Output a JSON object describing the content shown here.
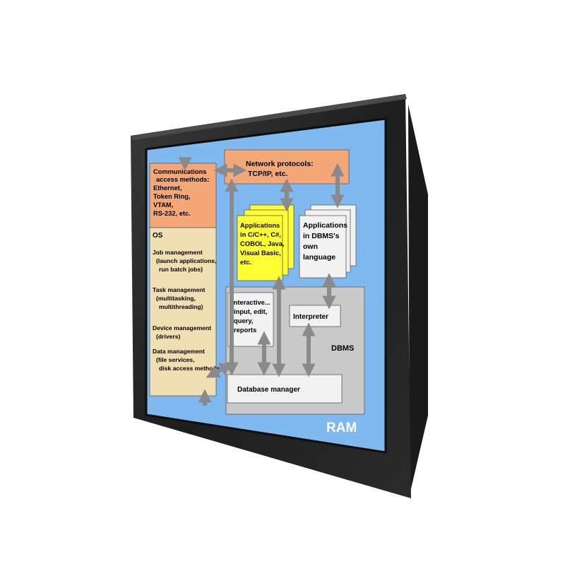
{
  "comm": {
    "title1": "Communications",
    "title2": "access methods:",
    "items": [
      "Ethernet,",
      "Token Ring,",
      "VTAM,",
      "RS-232, etc."
    ]
  },
  "os": {
    "title": "OS",
    "job": [
      "Job management",
      "(launch applications,",
      "run batch jobs)"
    ],
    "task": [
      "Task management",
      "(multitasking,",
      "multithreading)"
    ],
    "device": [
      "Device management",
      "(drivers)"
    ],
    "data": [
      "Data management",
      "(file services,",
      "disk access methods)"
    ]
  },
  "network": {
    "line1": "Network protocols:",
    "line2": "TCP/IP, etc."
  },
  "apps": {
    "lines": [
      "Applications",
      "in C/C++, C#,",
      "COBOL, Java,",
      "Visual Basic,",
      "etc."
    ]
  },
  "dbms_apps": {
    "lines": [
      "Applications",
      "in DBMS's",
      "own",
      "language"
    ]
  },
  "interactive": {
    "lines": [
      "Interactive...",
      "input, edit,",
      "query,",
      "reports"
    ]
  },
  "interpreter": {
    "label": "Interpreter"
  },
  "dbms": {
    "label": "DBMS"
  },
  "dbmanager": {
    "label": "Database manager"
  },
  "ram": {
    "label": "RAM"
  },
  "colors": {
    "screen_bg": "#7fb9f0",
    "comm_fill": "#f5a877",
    "os_fill": "#f1dfb4",
    "network_fill": "#f5a877",
    "apps_fill": "#ffff33",
    "dbms_fill": "#c9c9c9",
    "box_fill": "#f2f2f2",
    "arrow": "#8a8a8a",
    "ram_text": "#ffffff"
  }
}
